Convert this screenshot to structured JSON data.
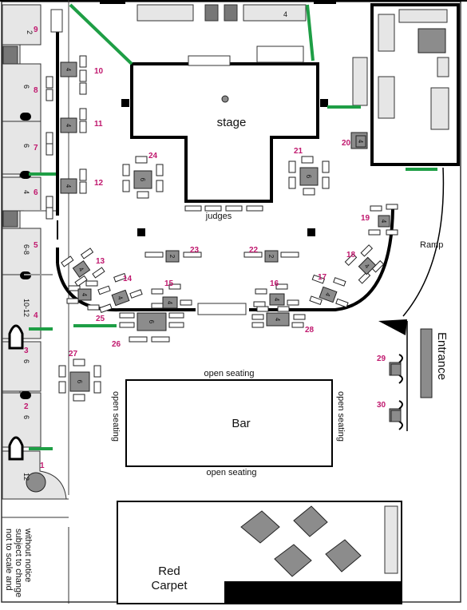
{
  "labels": {
    "stage": "stage",
    "judges": "judges",
    "ramp": "Ramp",
    "entrance": "Entrance",
    "bar": "Bar",
    "open_seating_top": "open seating",
    "open_seating_bottom": "open seating",
    "open_seating_left": "open seating",
    "open_seating_right": "open seating",
    "red_carpet_line1": "Red",
    "red_carpet_line2": "Carpet",
    "disclaimer_line1": "not to scale and",
    "disclaimer_line2": "subject to change",
    "disclaimer_line3": "without notice",
    "top_booth_capacity": "4"
  },
  "booths_left": [
    {
      "number": "9",
      "capacity": "2"
    },
    {
      "number": "8",
      "capacity": "6"
    },
    {
      "number": "7",
      "capacity": "6"
    },
    {
      "number": "6",
      "capacity": "4"
    },
    {
      "number": "5",
      "capacity": "6-8"
    },
    {
      "number": "4",
      "capacity": "10-12"
    },
    {
      "number": "3",
      "capacity": "6"
    },
    {
      "number": "2",
      "capacity": "6"
    },
    {
      "number": "1",
      "capacity": "12"
    }
  ],
  "tables": [
    {
      "number": "10",
      "capacity": "4"
    },
    {
      "number": "11",
      "capacity": "4"
    },
    {
      "number": "12",
      "capacity": "4"
    },
    {
      "number": "13",
      "capacity": "4"
    },
    {
      "number": "14",
      "capacity": "4"
    },
    {
      "number": "15",
      "capacity": "4"
    },
    {
      "number": "16",
      "capacity": "4"
    },
    {
      "number": "17",
      "capacity": "4"
    },
    {
      "number": "18",
      "capacity": "4"
    },
    {
      "number": "19",
      "capacity": "4"
    },
    {
      "number": "20",
      "capacity": "4"
    },
    {
      "number": "21",
      "capacity": "6"
    },
    {
      "number": "22",
      "capacity": "2"
    },
    {
      "number": "23",
      "capacity": "2"
    },
    {
      "number": "24",
      "capacity": "6"
    },
    {
      "number": "25",
      "capacity": "4"
    },
    {
      "number": "26",
      "capacity": "6"
    },
    {
      "number": "27",
      "capacity": "6"
    },
    {
      "number": "28",
      "capacity": "4"
    },
    {
      "number": "29",
      "capacity": ""
    },
    {
      "number": "30",
      "capacity": ""
    }
  ],
  "colors": {
    "table": "#8c8c8c",
    "number": "#c0186e",
    "green_marker": "#1e9e45",
    "wall": "#000000"
  }
}
